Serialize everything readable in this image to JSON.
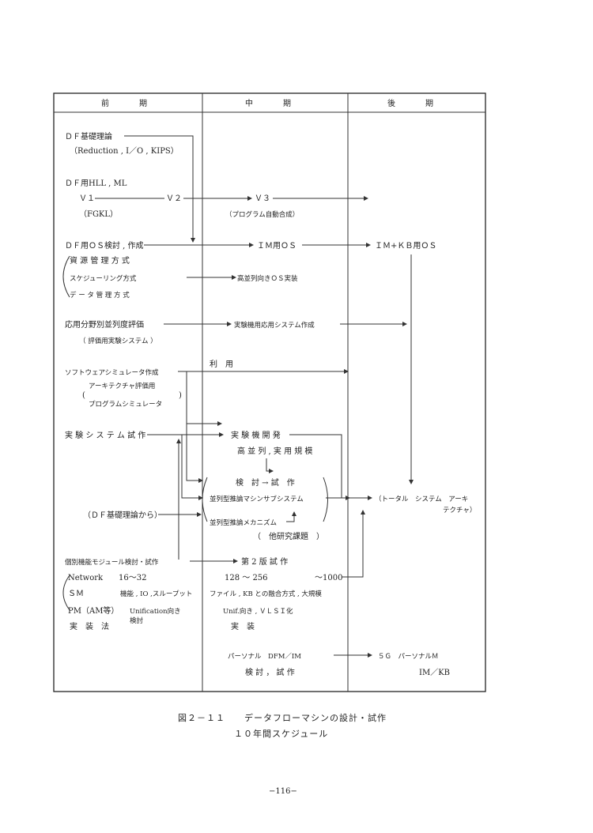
{
  "header": {
    "early": "前　　　期",
    "middle": "中　　　期",
    "late": "後　　　期"
  },
  "rows": {
    "df_theory": "ＤＦ基礎理論",
    "df_theory_sub": "（Reduction , I／O , KIPS）",
    "df_hll": "ＤＦ用HLL , ML",
    "v1": "Ｖ１",
    "v2": "Ｖ２",
    "v3": "Ｖ３",
    "fgkl": "（FGKL）",
    "auto_synth": "（プログラム自動合成）",
    "df_os": "ＤＦ用ＯＳ検討 , 作成",
    "im_os": "ＩＭ用ＯＳ",
    "imkb_os": "ＩＭ+ＫＢ用ＯＳ",
    "resource_mgmt": "資 源 管 理 方 式",
    "scheduling": "スケジューリング方式",
    "data_mgmt": "デ ー タ 管 理 方 式",
    "parallel_os": "高並列向きＯＳ実装",
    "app_eval": "応用分野別並列度評価",
    "app_eval_sub": "（ 評価用実験システム ）",
    "exp_app": "実験機用応用システム作成",
    "use": "利　用",
    "sw_sim": "ソフトウェアシミュレータ作成",
    "arch_eval": "アーキテクチャ評価用",
    "prog_sim": "プログラムシミュレータ",
    "exp_sys": "実 験 シ ス テ ム 試 作",
    "exp_dev": "実 験 機 開 発",
    "high_parallel": "高 並 列 , 実 用 規 模",
    "study_proto": "検　討 → 試　作",
    "inference_sub": "並列型推論マシンサブシステム",
    "from_df": "（ＤＦ基礎理論から）",
    "inference_mech": "並列型推論メカニズム",
    "other_research": "（　他研究課題　）",
    "total_arch_1": "（トータル　システム　アーキ",
    "total_arch_2": "テクチャ）",
    "module": "個別機能モジュール検討・試作",
    "second_proto": "第 2 版 試 作",
    "network": "Network",
    "n_16_32": "16〜32",
    "n_128_256": "128 〜 256",
    "n_1000": "〜1000",
    "sm": "ＳＭ",
    "sm_early": "機能 , IO ,スループット",
    "sm_mid": "ファイル , KB との融合方式 , 大規模",
    "pm": "PM（AM等）",
    "pm_early": "Unification向き",
    "pm_early2": "検討",
    "pm_mid": "Unif.向き ,  ＶＬＳＩ化",
    "impl": "実　装　法",
    "impl_mid": "実　装",
    "personal": "パーソナル　DFM／IM",
    "personal_study": "検 討 ， 試 作",
    "fiveg": "５Ｇ　パーソナルＭ",
    "imkb": "IM／KB"
  },
  "caption": {
    "line1": "図２－１１　　データフローマシンの設計・試作",
    "line2": "１０年間スケジュール"
  },
  "page_number": "−116−"
}
